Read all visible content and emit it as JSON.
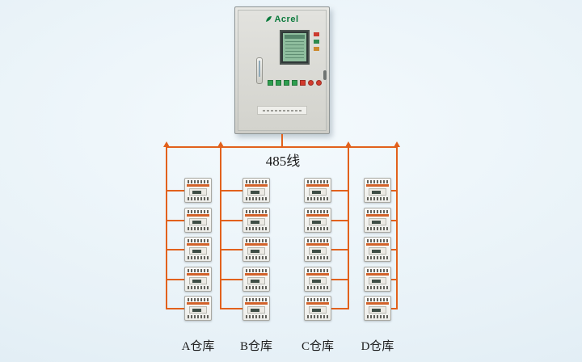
{
  "cabinet": {
    "brand": "Acrel"
  },
  "bus": {
    "label": "485线",
    "color": "#e2611c"
  },
  "columns": [
    {
      "id": "A",
      "label": "A仓库",
      "device_count": 5
    },
    {
      "id": "B",
      "label": "B仓库",
      "device_count": 5
    },
    {
      "id": "C",
      "label": "C仓库",
      "device_count": 5
    },
    {
      "id": "D",
      "label": "D仓库",
      "device_count": 5
    }
  ],
  "palette": {
    "background": "#e7f1f7",
    "device_stripe": "#d2622a",
    "lcd_screen": "#8ebd9d",
    "logo_green": "#0a7a3c"
  }
}
